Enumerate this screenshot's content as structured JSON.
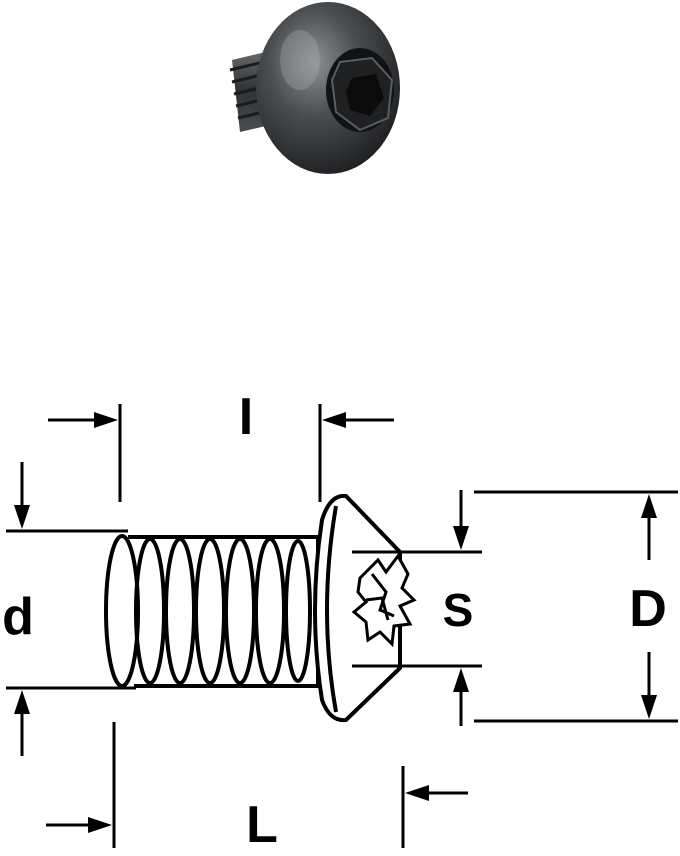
{
  "photo": {
    "label": "",
    "icon": "screw-photo-icon"
  },
  "dimensions": {
    "l_small": "I",
    "d_small": "d",
    "s": "S",
    "D": "D",
    "L": "L"
  },
  "colors": {
    "ink": "#000000",
    "screw_dark": "#2b2d2f",
    "screw_mid": "#55585b",
    "screw_light": "#9a9ea2"
  }
}
